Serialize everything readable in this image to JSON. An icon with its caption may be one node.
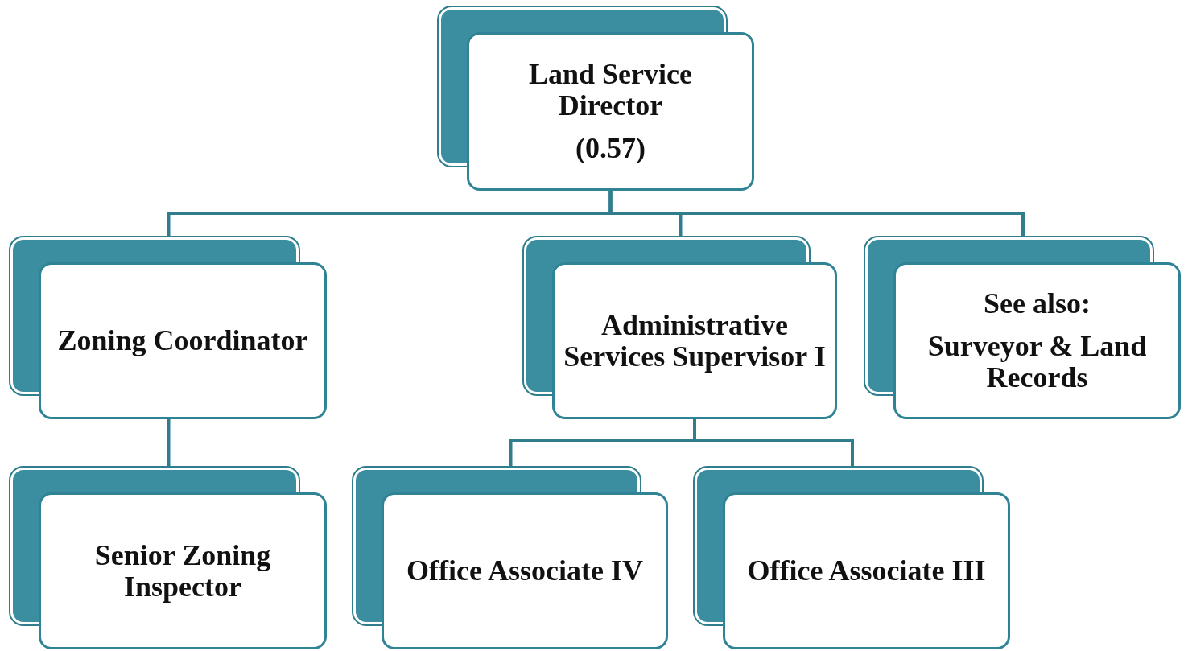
{
  "diagram": {
    "nodes": [
      {
        "text": [
          "Land Service Director",
          "(0.57)"
        ]
      },
      {
        "text": [
          "Zoning Coordinator"
        ]
      },
      {
        "text": [
          "Administrative Services Supervisor I"
        ]
      },
      {
        "text": [
          "See also:",
          "Surveyor & Land Records"
        ]
      },
      {
        "text": [
          "Senior Zoning Inspector"
        ]
      },
      {
        "text": [
          "Office Associate IV"
        ]
      },
      {
        "text": [
          "Office Associate III"
        ]
      }
    ],
    "edges": [
      {
        "from": 0,
        "to": 1,
        "arrow": "none"
      },
      {
        "from": 0,
        "to": 2,
        "arrow": "none"
      },
      {
        "from": 0,
        "to": 3,
        "arrow": "none"
      },
      {
        "from": 1,
        "to": 4,
        "arrow": "none"
      },
      {
        "from": 2,
        "to": 5,
        "arrow": "none"
      },
      {
        "from": 2,
        "to": 6,
        "arrow": "none"
      }
    ]
  }
}
